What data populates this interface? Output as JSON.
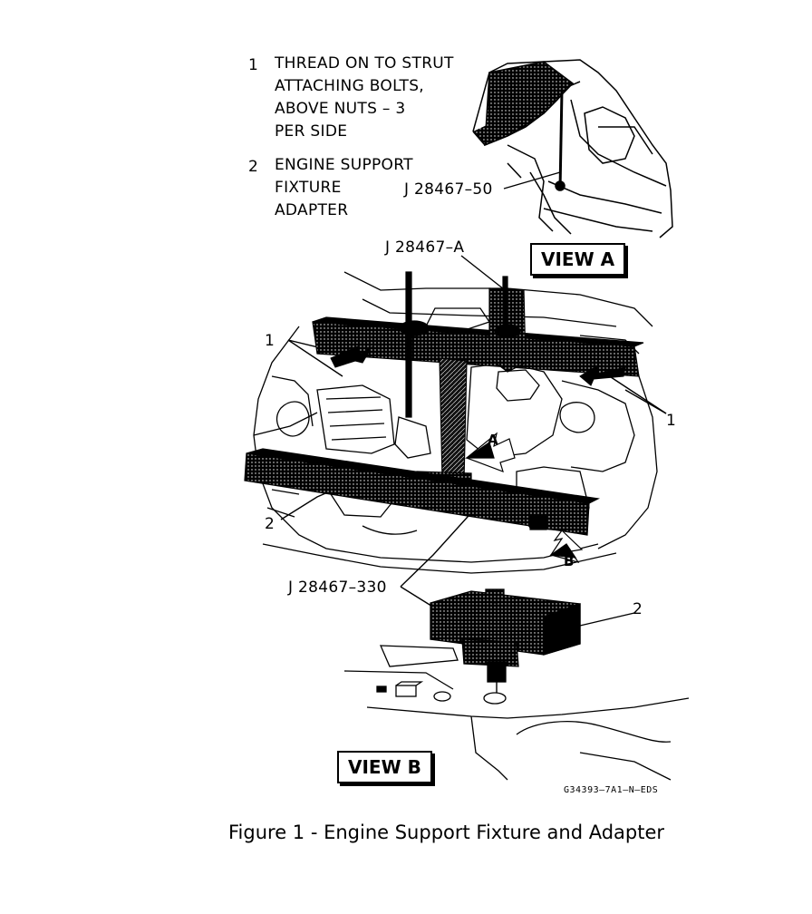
{
  "legend": {
    "item1": {
      "number": "1",
      "lines": [
        "THREAD ON TO STRUT",
        "ATTACHING BOLTS,",
        "ABOVE NUTS – 3",
        "PER SIDE"
      ]
    },
    "item2": {
      "number": "2",
      "lines": [
        "ENGINE SUPPORT",
        "FIXTURE",
        "ADAPTER"
      ]
    }
  },
  "tools": {
    "tool_50": "J 28467–50",
    "tool_a": "J  28467–A",
    "tool_330": "J 28467–330"
  },
  "callouts": {
    "one": "1",
    "two": "2",
    "arrow_a": "A",
    "arrow_b": "B"
  },
  "views": {
    "view_a": "VIEW A",
    "view_b": "VIEW B"
  },
  "drawing_code": "G34393–7A1–N–EDS",
  "caption": "Figure 1 - Engine Support Fixture and Adapter"
}
